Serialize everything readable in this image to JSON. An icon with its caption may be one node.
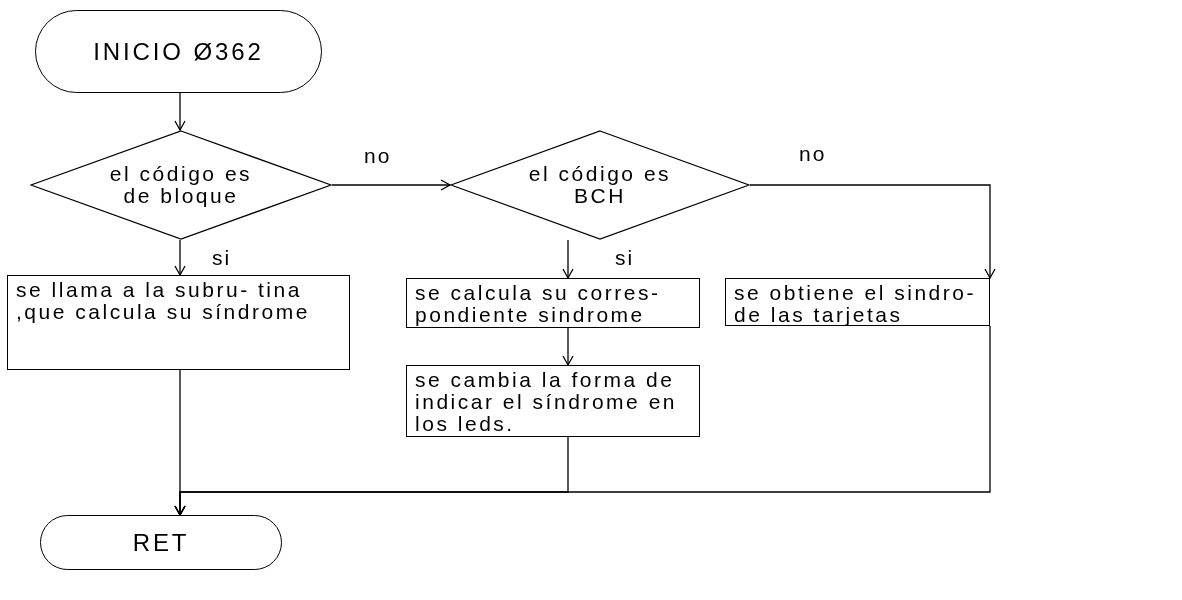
{
  "diagram": {
    "nodes": [
      {
        "text": [
          "INICIO Ø362"
        ]
      },
      {
        "text": [
          "el código es de bloque"
        ]
      },
      {
        "text": [
          "el código es BCH"
        ]
      },
      {
        "text": [
          "se llama a la subru- tina ,que calcula su síndrome"
        ]
      },
      {
        "text": [
          "se calcula su corres- pondiente sindrome"
        ]
      },
      {
        "text": [
          "se obtiene el sindro- de las tarjetas"
        ]
      },
      {
        "text": [
          "se cambia la forma de indicar el síndrome en los leds."
        ]
      },
      {
        "text": [
          "RET"
        ]
      }
    ],
    "edges": [
      {
        "from": 0,
        "to": 1,
        "arrow": "to"
      },
      {
        "from": 1,
        "to": 2,
        "arrow": "to",
        "label": "no"
      },
      {
        "from": 1,
        "to": 3,
        "arrow": "to",
        "label": "si"
      },
      {
        "from": 2,
        "to": 4,
        "arrow": "to",
        "label": "si"
      },
      {
        "from": 2,
        "to": 5,
        "arrow": "to",
        "label": "no"
      },
      {
        "from": 4,
        "to": 6,
        "arrow": "to"
      },
      {
        "from": 3,
        "to": 7,
        "arrow": "to"
      },
      {
        "from": 6,
        "to": 7,
        "arrow": "to"
      },
      {
        "from": 5,
        "to": 7,
        "arrow": "to"
      }
    ]
  }
}
